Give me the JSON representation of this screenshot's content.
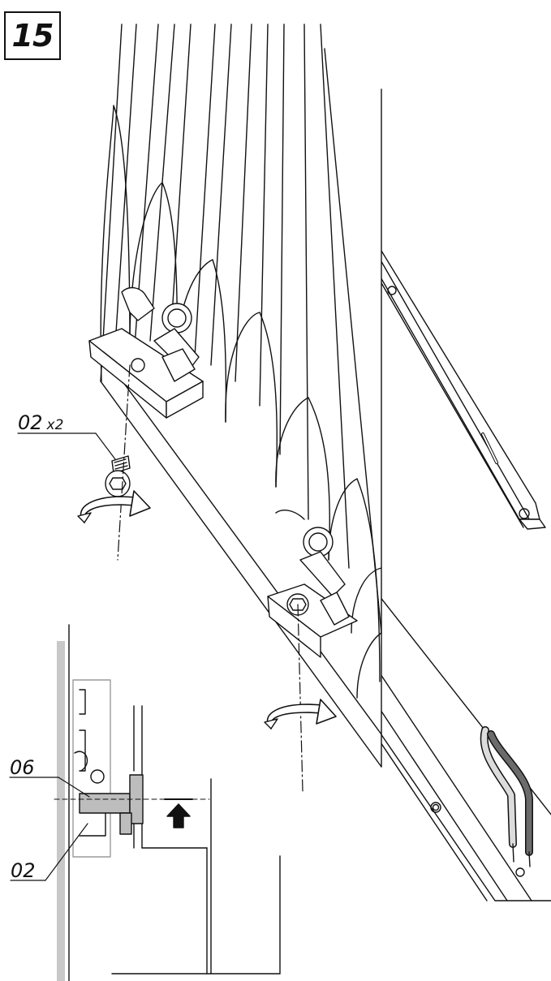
{
  "step": {
    "number": "15"
  },
  "callouts": {
    "screw_ref": "02",
    "screw_qty": "x2",
    "spacer_ref": "06",
    "screw_detail_ref": "02"
  },
  "icons": [
    "step-number-box",
    "rotate-arrow-icon",
    "lift-arrow-icon",
    "screw-icon"
  ],
  "colors": {
    "line": "#111111",
    "wall": "#c8c8c8",
    "spacer_fill": "#bdbdbd",
    "frame": "#9a9a9a",
    "cable_light": "#dcdcdc",
    "cable_dark": "#6b6b6b"
  }
}
